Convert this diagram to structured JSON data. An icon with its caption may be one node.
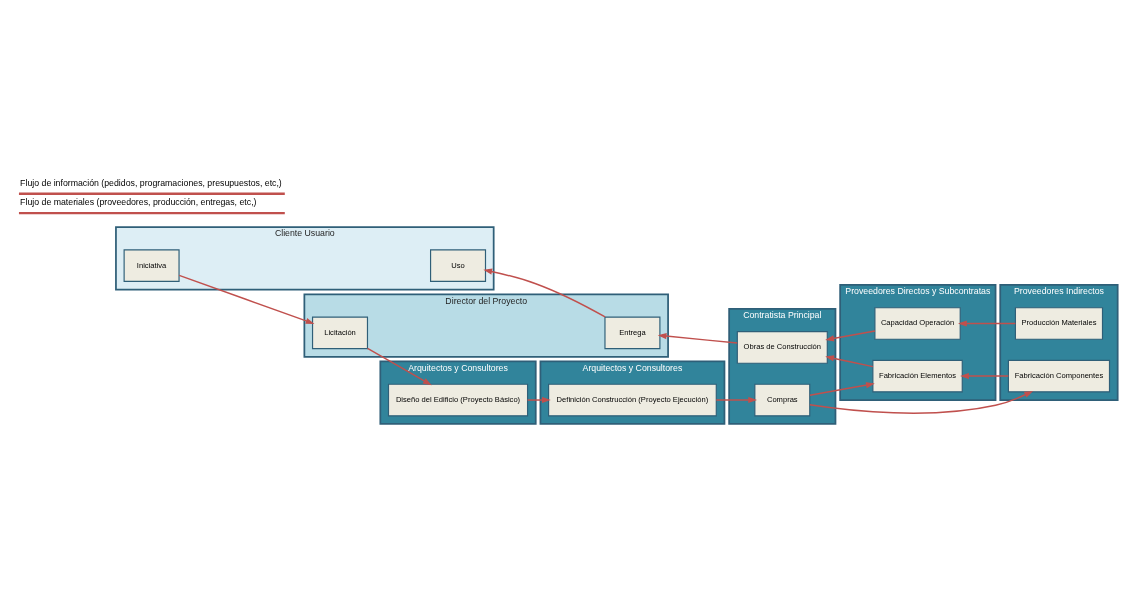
{
  "diagram": {
    "nodes": [
      {
        "text": [
          "Cliente Usuario"
        ]
      },
      {
        "text": [
          "Iniciativa"
        ],
        "in": 0
      },
      {
        "text": [
          "Uso"
        ],
        "in": 0
      },
      {
        "text": [
          "Director del Proyecto"
        ]
      },
      {
        "text": [
          "Licitación"
        ],
        "in": 3
      },
      {
        "text": [
          "Entrega"
        ],
        "in": 3
      },
      {
        "text": [
          "Arquitectos y Consultores"
        ]
      },
      {
        "text": [
          "Diseño del Edificio (Proyecto Básico)"
        ],
        "in": 6
      },
      {
        "text": [
          "Contratista Principal"
        ]
      },
      {
        "text": [
          "Arquitectos y Consultores"
        ]
      },
      {
        "text": [
          "Definición Construcción (Proyecto Ejecución)"
        ],
        "in": 9
      },
      {
        "text": [
          "Compras"
        ],
        "in": 8
      },
      {
        "text": [
          "Obras de Construcción"
        ],
        "in": 8
      },
      {
        "text": [
          "Proveedores Directos y Subcontratas"
        ]
      },
      {
        "text": [
          "Fabricación Elementos"
        ],
        "in": 13
      },
      {
        "text": [
          "Capacidad Operación"
        ],
        "in": 13
      },
      {
        "text": [
          "Proveedores Indirectos"
        ]
      },
      {
        "text": [
          "Fabricación Componentes"
        ],
        "in": 16
      },
      {
        "text": [
          "Producción Materiales"
        ],
        "in": 16
      }
    ],
    "edges": [
      {
        "from": 1,
        "to": 4,
        "arrow": "to"
      },
      {
        "from": 4,
        "to": 7,
        "arrow": "to"
      },
      {
        "from": 7,
        "to": 10,
        "arrow": "to"
      },
      {
        "from": 10,
        "to": 11,
        "arrow": "to"
      },
      {
        "from": 11,
        "to": 14,
        "arrow": "to"
      },
      {
        "from": 11,
        "to": 17,
        "arrow": "to"
      },
      {
        "from": 17,
        "to": 14,
        "arrow": "to"
      },
      {
        "from": 14,
        "to": 12,
        "arrow": "to"
      },
      {
        "from": 18,
        "to": 15,
        "arrow": "to"
      },
      {
        "from": 15,
        "to": 12,
        "arrow": "to"
      },
      {
        "from": 12,
        "to": 5,
        "arrow": "to"
      },
      {
        "from": 5,
        "to": 2,
        "arrow": "to"
      }
    ],
    "legend": [
      {
        "text": "Flujo de información (pedidos, programaciones, presupuestos, etc,)"
      },
      {
        "text": "Flujo de materiales (proveedores, producción, entregas, etc,)"
      }
    ]
  }
}
